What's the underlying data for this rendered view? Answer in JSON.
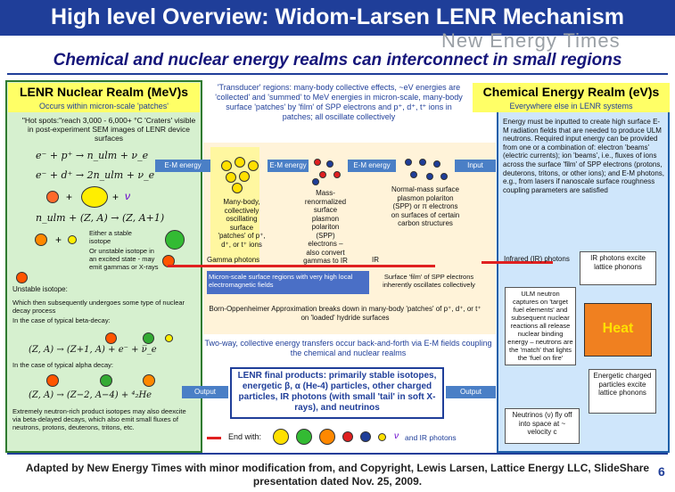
{
  "title": "High level Overview: Widom-Larsen LENR Mechanism",
  "watermark": "New Energy Times",
  "subtitle": "Chemical and nuclear energy realms can interconnect in small regions",
  "left_panel": {
    "title": "LENR Nuclear Realm (MeV)s",
    "subtitle": "Occurs within micron-scale 'patches'",
    "hotspots": "\"Hot spots:\"reach 3,000 - 6,000+ °C 'Craters' visible in post-experiment SEM images of LENR device surfaces",
    "formula1": "e⁻ + p⁺ → n_ulm + ν_e",
    "formula2": "e⁻ + d⁺ → 2n_ulm + ν_e",
    "formula3": "n_ulm + (Z, A) → (Z, A+1)",
    "either_stable": "Either a stable isotope",
    "or_unstable": "Or unstable isotope in an excited state - may emit gammas or X-rays",
    "unstable_isotope": "Unstable isotope:",
    "beta_text": "Which then subsequently undergoes some type of nuclear decay process",
    "beta_case": "In the case of typical beta-decay:",
    "formula4": "(Z, A) → (Z+1, A) + e⁻ + ν̅_e",
    "alpha_case": "In the case of typical alpha decay:",
    "formula5": "(Z, A) → (Z−2, A−4) + ⁴₂He",
    "extremely_rich": "Extremely neutron-rich product isotopes may also deexcite via beta-delayed decays, which also emit small fluxes of neutrons, protons, deuterons, tritons, etc."
  },
  "center": {
    "transducer": "'Transducer' regions: many-body collective effects, ~eV energies are 'collected' and 'summed' to MeV energies in micron-scale, many-body surface 'patches' by 'film' of SPP electrons and p⁺, d⁺, t⁺ ions in patches; all oscillate collectively",
    "em_energy": "E-M energy",
    "input": "Input",
    "box_many_body": "Many-body, collectively oscillating surface 'patches' of p⁺, d⁺, or t⁺ ions",
    "box_mass_renorm": "Mass-renormalized surface plasmon polariton (SPP) electrons – also convert gammas to IR",
    "box_normal_mass": "Normal-mass surface plasmon polariton (SPP) or π electrons on surfaces of certain carbon structures",
    "gamma_photons": "Gamma photons",
    "ir": "IR",
    "micron_regions": "Micron-scale surface regions with very high local electromagnetic fields",
    "surface_film": "Surface 'film' of SPP electrons inherently oscillates collectively",
    "born_oppenheimer": "Born-Oppenheimer Approximation breaks down in many-body 'patches' of p⁺, d⁺, or t⁺ on 'loaded' hydride surfaces",
    "two_way": "Two-way, collective energy transfers occur back-and-forth via E-M fields coupling the chemical and nuclear realms",
    "output": "Output",
    "final_products": "LENR final products: primarily stable isotopes, energetic β, α (He-4) particles, other charged particles, IR photons (with small 'tail' in soft X-rays), and neutrinos",
    "end_with": "End with:",
    "and_ir": "and IR photons"
  },
  "right_panel": {
    "title": "Chemical Energy Realm (eV)s",
    "subtitle": "Everywhere else in LENR systems",
    "body": "Energy must be inputted to create high surface E-M radiation fields that are needed to produce ULM neutrons. Required input energy can be provided from one or a combination of: electron 'beams' (electric currents); ion 'beams', i.e., fluxes of ions across the surface 'film' of SPP electrons (protons, deuterons, tritons, or other ions); and E-M photons, e.g., from lasers if nanoscale surface roughness coupling parameters are satisfied",
    "infrared": "Infrared (IR) photons",
    "ir_excite": "IR photons excite lattice phonons",
    "ulm_capture": "ULM neutron captures on 'target fuel elements' and subsequent nuclear reactions all release nuclear binding energy – neutrons are the 'match' that lights the 'fuel on fire'",
    "heat": "Heat",
    "energetic": "Energetic charged particles excite lattice phonons",
    "neutrinos": "Neutrinos (ν) fly off into space at ~ velocity c"
  },
  "footer": "Adapted by New Energy Times with minor modification from, and Copyright, Lewis Larsen, Lattice Energy LLC, SlideShare presentation dated Nov. 25, 2009.",
  "page_number": "6",
  "colors": {
    "title_bg": "#1f3e99",
    "nuclear_panel": "#d6f0cf",
    "chemical_panel": "#cfe6fb",
    "heading_highlight": "#ffff66",
    "arrow_red": "#e02020",
    "arrow_blue": "#4a7fc6"
  }
}
